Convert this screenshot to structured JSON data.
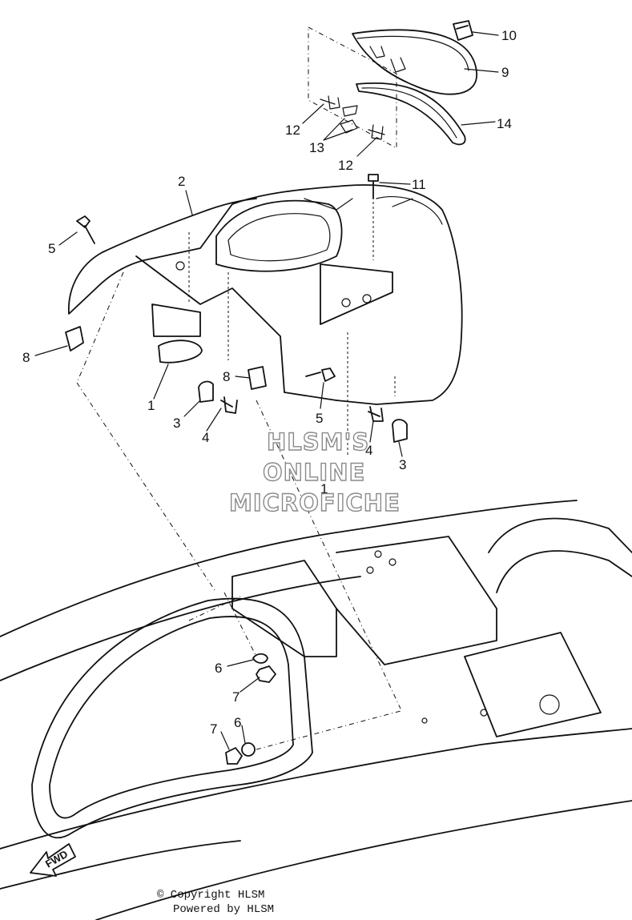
{
  "callouts": [
    {
      "id": "c10",
      "text": "10"
    },
    {
      "id": "c9",
      "text": "9"
    },
    {
      "id": "c14",
      "text": "14"
    },
    {
      "id": "c12a",
      "text": "12"
    },
    {
      "id": "c13",
      "text": "13"
    },
    {
      "id": "c12b",
      "text": "12"
    },
    {
      "id": "c11",
      "text": "11"
    },
    {
      "id": "c2",
      "text": "2"
    },
    {
      "id": "c5a",
      "text": "5"
    },
    {
      "id": "c8a",
      "text": "8"
    },
    {
      "id": "c1a",
      "text": "1"
    },
    {
      "id": "c3a",
      "text": "3"
    },
    {
      "id": "c4a",
      "text": "4"
    },
    {
      "id": "c8b",
      "text": "8"
    },
    {
      "id": "c5b",
      "text": "5"
    },
    {
      "id": "c4b",
      "text": "4"
    },
    {
      "id": "c3b",
      "text": "3"
    },
    {
      "id": "c1b",
      "text": "1"
    },
    {
      "id": "c6a",
      "text": "6"
    },
    {
      "id": "c7a",
      "text": "7"
    },
    {
      "id": "c7b",
      "text": "7"
    },
    {
      "id": "c6b",
      "text": "6"
    }
  ],
  "watermark": [
    "HLSM'S",
    "ONLINE",
    "MICROFICHE"
  ],
  "fwd_label": "FWD",
  "copyright": "© Copyright HLSM",
  "powered": "Powered by HLSM"
}
